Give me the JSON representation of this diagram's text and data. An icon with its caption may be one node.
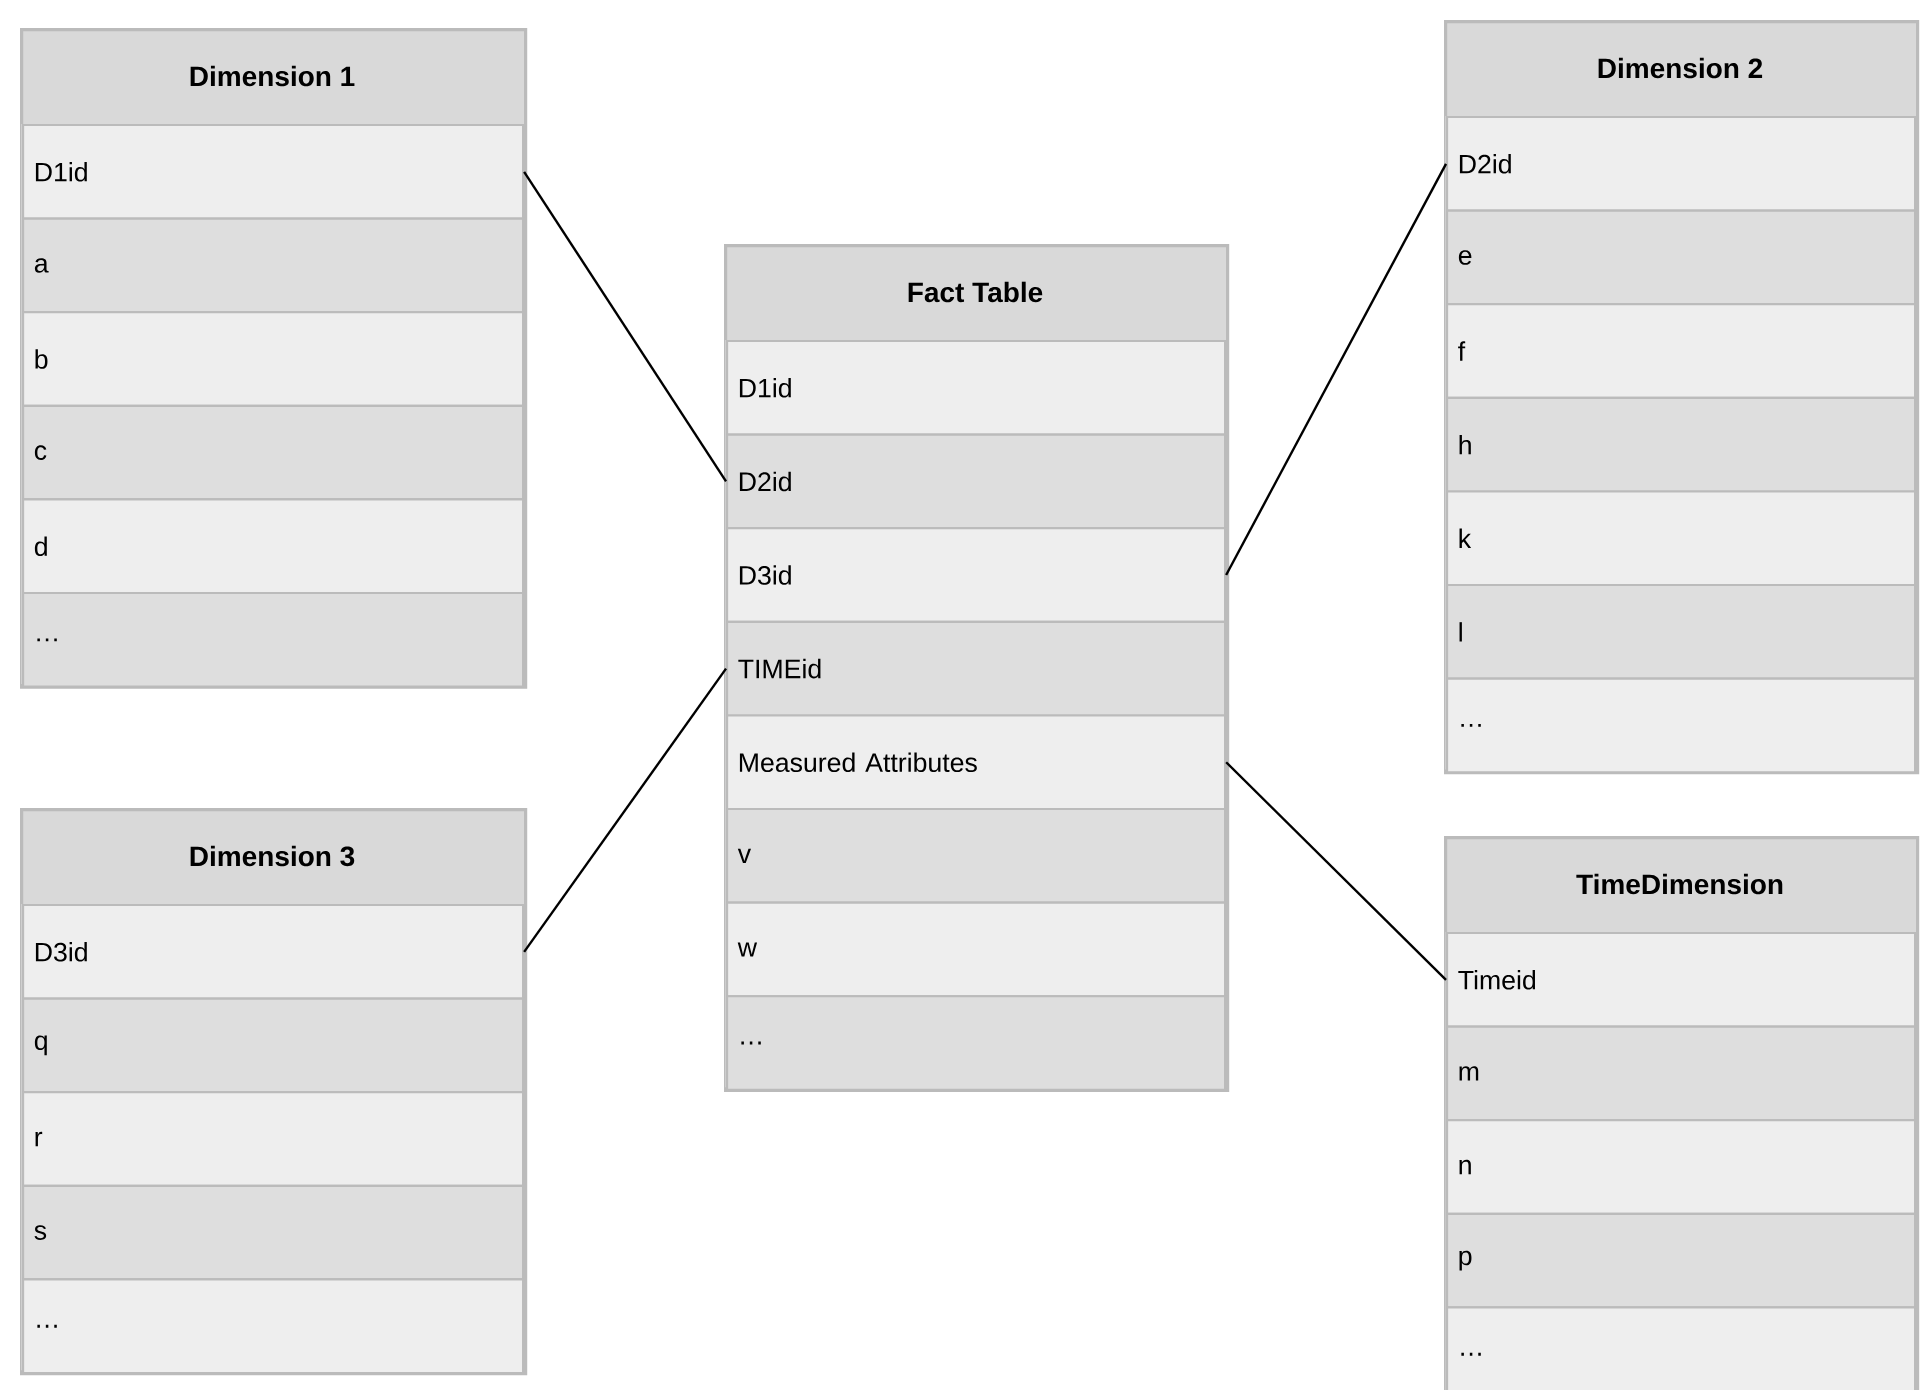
{
  "diagram": {
    "nodes": [
      {
        "text": [
          "Dimension 1"
        ]
      },
      {
        "text": [
          "D1id"
        ],
        "in": 0
      },
      {
        "text": [
          "a"
        ],
        "in": 0
      },
      {
        "text": [
          "b"
        ],
        "in": 0
      },
      {
        "text": [
          "c"
        ],
        "in": 0
      },
      {
        "text": [
          "d"
        ],
        "in": 0
      },
      {
        "text": [
          "…"
        ],
        "in": 0
      },
      {
        "text": [
          "Dimension 2"
        ]
      },
      {
        "text": [
          "D2id"
        ],
        "in": 7
      },
      {
        "text": [
          "e"
        ],
        "in": 7
      },
      {
        "text": [
          "f"
        ],
        "in": 7
      },
      {
        "text": [
          "h"
        ],
        "in": 7
      },
      {
        "text": [
          "k"
        ],
        "in": 7
      },
      {
        "text": [
          "l"
        ],
        "in": 7
      },
      {
        "text": [
          "…"
        ],
        "in": 7
      },
      {
        "text": [
          "Fact Table"
        ]
      },
      {
        "text": [
          "D1id"
        ],
        "in": 15
      },
      {
        "text": [
          "D2id"
        ],
        "in": 15
      },
      {
        "text": [
          "D3id"
        ],
        "in": 15
      },
      {
        "text": [
          "TIMEid"
        ],
        "in": 15
      },
      {
        "text": [
          "Measured Attributes"
        ],
        "in": 15
      },
      {
        "text": [
          "v"
        ],
        "in": 15
      },
      {
        "text": [
          "w"
        ],
        "in": 15
      },
      {
        "text": [
          "…"
        ],
        "in": 15
      },
      {
        "text": [
          "Dimension 3"
        ]
      },
      {
        "text": [
          "D3id"
        ],
        "in": 24
      },
      {
        "text": [
          "q"
        ],
        "in": 24
      },
      {
        "text": [
          "r"
        ],
        "in": 24
      },
      {
        "text": [
          "s"
        ],
        "in": 24
      },
      {
        "text": [
          "…"
        ],
        "in": 24
      },
      {
        "text": [
          "TimeDimension"
        ]
      },
      {
        "text": [
          "Timeid"
        ],
        "in": 30
      },
      {
        "text": [
          "m"
        ],
        "in": 30
      },
      {
        "text": [
          "n"
        ],
        "in": 30
      },
      {
        "text": [
          "p"
        ],
        "in": 30
      },
      {
        "text": [
          "…"
        ],
        "in": 30
      }
    ],
    "edges": [
      {
        "from": 1,
        "to": 17,
        "arrow": "none"
      },
      {
        "from": 8,
        "to": 18,
        "arrow": "none"
      },
      {
        "from": 25,
        "to": 19,
        "arrow": "none"
      },
      {
        "from": 31,
        "to": 20,
        "arrow": "none"
      }
    ]
  }
}
